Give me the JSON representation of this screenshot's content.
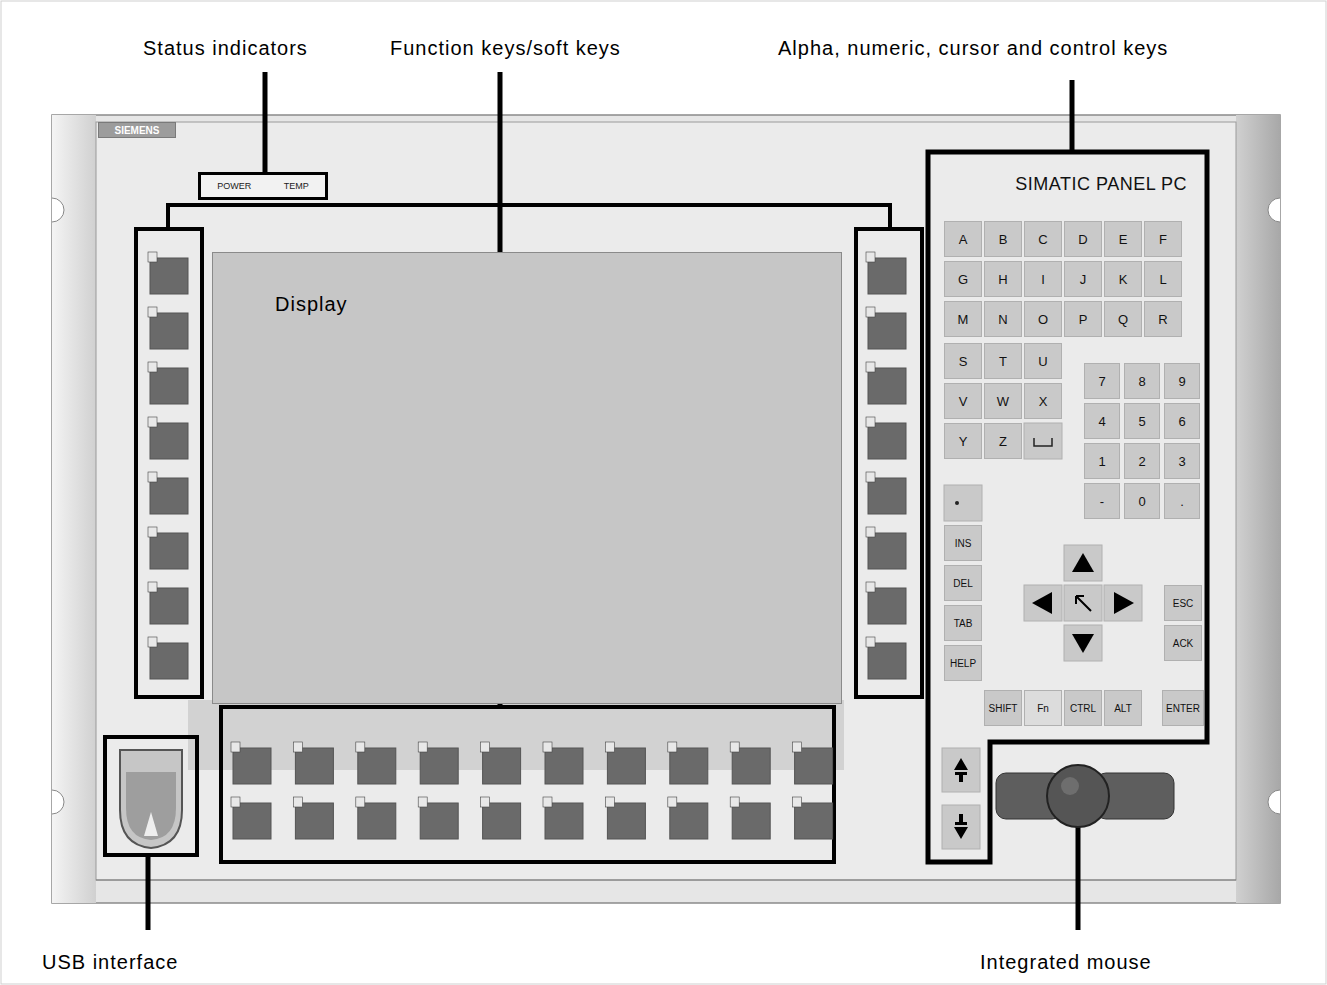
{
  "diagram": {
    "nodes": [
      {
        "text": [
          "SIEMENS"
        ]
      },
      {
        "text": [
          "POWER",
          "TEMP"
        ]
      },
      {
        "text": [
          "Display"
        ]
      },
      {
        "text": [
          "SIMATIC PANEL PC"
        ]
      },
      {
        "text": [
          "A"
        ],
        "in": 3
      },
      {
        "text": [
          "B"
        ],
        "in": 3
      },
      {
        "text": [
          "C"
        ],
        "in": 3
      },
      {
        "text": [
          "D"
        ],
        "in": 3
      },
      {
        "text": [
          "E"
        ],
        "in": 3
      },
      {
        "text": [
          "F"
        ],
        "in": 3
      },
      {
        "text": [
          "G"
        ],
        "in": 3
      },
      {
        "text": [
          "H"
        ],
        "in": 3
      },
      {
        "text": [
          "I"
        ],
        "in": 3
      },
      {
        "text": [
          "J"
        ],
        "in": 3
      },
      {
        "text": [
          "K"
        ],
        "in": 3
      },
      {
        "text": [
          "L"
        ],
        "in": 3
      },
      {
        "text": [
          "M"
        ],
        "in": 3
      },
      {
        "text": [
          "N"
        ],
        "in": 3
      },
      {
        "text": [
          "O"
        ],
        "in": 3
      },
      {
        "text": [
          "P"
        ],
        "in": 3
      },
      {
        "text": [
          "Q"
        ],
        "in": 3
      },
      {
        "text": [
          "R"
        ],
        "in": 3
      },
      {
        "text": [
          "S"
        ],
        "in": 3
      },
      {
        "text": [
          "T"
        ],
        "in": 3
      },
      {
        "text": [
          "U"
        ],
        "in": 3
      },
      {
        "text": [
          "V"
        ],
        "in": 3
      },
      {
        "text": [
          "W"
        ],
        "in": 3
      },
      {
        "text": [
          "X"
        ],
        "in": 3
      },
      {
        "text": [
          "Y"
        ],
        "in": 3
      },
      {
        "text": [
          "Z"
        ],
        "in": 3
      },
      {
        "text": [
          "7"
        ],
        "in": 3
      },
      {
        "text": [
          "8"
        ],
        "in": 3
      },
      {
        "text": [
          "9"
        ],
        "in": 3
      },
      {
        "text": [
          "4"
        ],
        "in": 3
      },
      {
        "text": [
          "5"
        ],
        "in": 3
      },
      {
        "text": [
          "6"
        ],
        "in": 3
      },
      {
        "text": [
          "1"
        ],
        "in": 3
      },
      {
        "text": [
          "2"
        ],
        "in": 3
      },
      {
        "text": [
          "3"
        ],
        "in": 3
      },
      {
        "text": [
          "-"
        ],
        "in": 3
      },
      {
        "text": [
          "0"
        ],
        "in": 3
      },
      {
        "text": [
          "."
        ],
        "in": 3
      },
      {
        "text": [
          "INS"
        ],
        "in": 3
      },
      {
        "text": [
          "DEL"
        ],
        "in": 3
      },
      {
        "text": [
          "TAB"
        ],
        "in": 3
      },
      {
        "text": [
          "HELP"
        ],
        "in": 3
      },
      {
        "text": [
          "ESC"
        ],
        "in": 3
      },
      {
        "text": [
          "ACK"
        ],
        "in": 3
      },
      {
        "text": [
          "SHIFT"
        ],
        "in": 3
      },
      {
        "text": [
          "Fn"
        ],
        "in": 3
      },
      {
        "text": [
          "CTRL"
        ],
        "in": 3
      },
      {
        "text": [
          "ALT"
        ],
        "in": 3
      },
      {
        "text": [
          "ENTER"
        ],
        "in": 3
      }
    ],
    "labels": [
      "Status indicators",
      "Function keys/soft keys",
      "Alpha, numeric, cursor and control keys",
      "USB interface",
      "Integrated mouse"
    ]
  }
}
